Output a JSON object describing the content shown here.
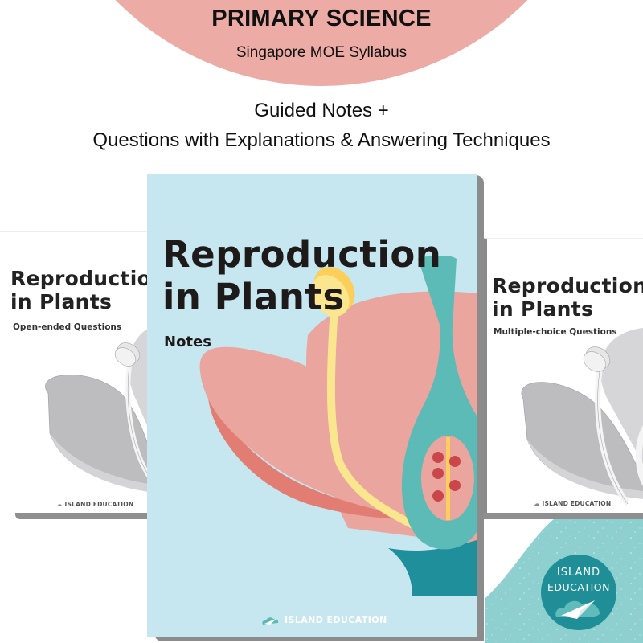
{
  "header": {
    "title": "PRIMARY SCIENCE",
    "subtitle": "Singapore MOE Syllabus"
  },
  "tagline": {
    "line1": "Guided Notes +",
    "line2": "Questions with Explanations & Answering Techniques"
  },
  "covers": {
    "left": {
      "title_line1": "Reproductio",
      "title_line2": "in Plants",
      "subtitle": "Open-ended Questions",
      "brand": "ISLAND EDUCATION"
    },
    "center": {
      "title_line1": "Reproduction",
      "title_line2": "in Plants",
      "subtitle": "Notes",
      "brand": "ISLAND EDUCATION"
    },
    "right": {
      "title_line1": "Reproduction",
      "title_line2": "in Plants",
      "subtitle": "Multiple-choice Questions",
      "brand": "ISLAND EDUCATION"
    }
  },
  "logo": {
    "line1": "ISLAND",
    "line2": "EDUCATION",
    "icon": "paper-plane-cloud-icon"
  },
  "colors": {
    "header_arc": "#edaba6",
    "cover_bg": "#c6e7ef",
    "petal": "#e9a59e",
    "petal_shadow": "#e27d74",
    "pistil_teal": "#5dbbb7",
    "receptacle": "#1e8f9b",
    "pollen_tube": "#f9e68e",
    "ovule": "#c9474a",
    "badge": "#1f8e96",
    "corner_teal": "#8ed0cf"
  }
}
